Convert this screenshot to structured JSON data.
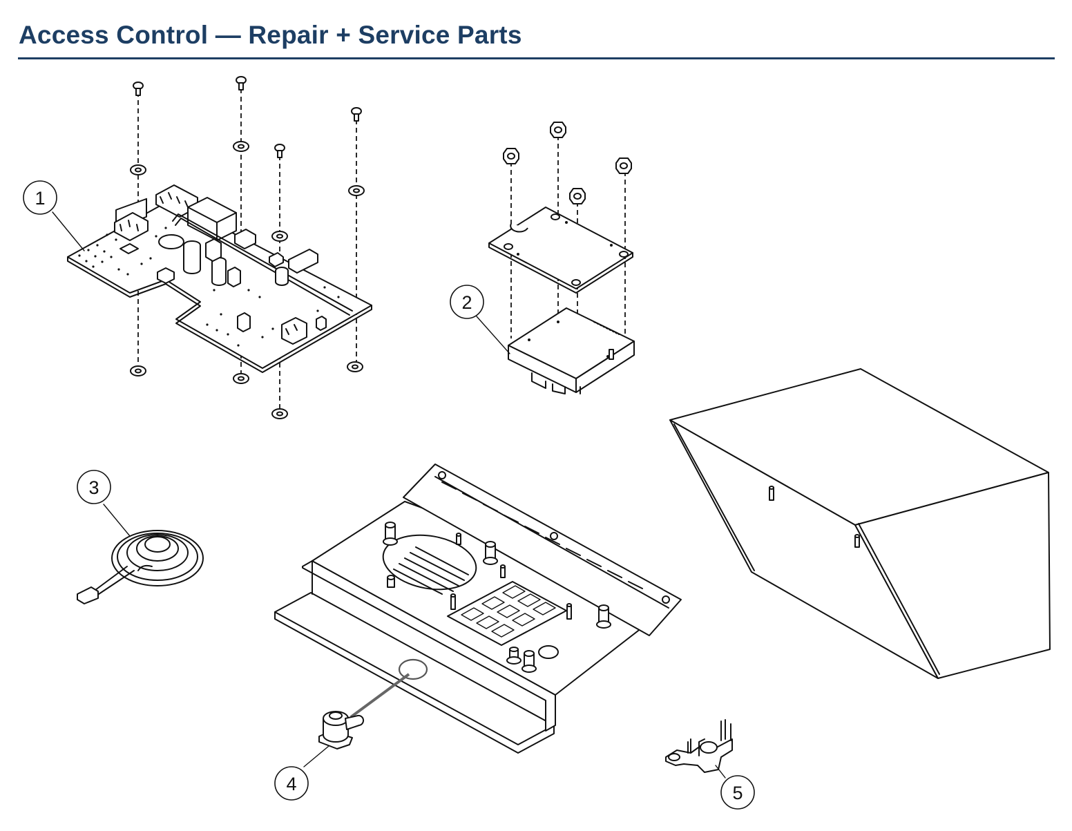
{
  "page": {
    "title": "Access Control — Repair + Service Parts"
  },
  "colors": {
    "title": "#1d3e63",
    "rule": "#1d3e63",
    "linework": "#111111",
    "background": "#ffffff"
  },
  "callouts": [
    {
      "label": "1",
      "part": "circuit-board"
    },
    {
      "label": "2",
      "part": "module-with-cover"
    },
    {
      "label": "3",
      "part": "speaker"
    },
    {
      "label": "4",
      "part": "cam-lock"
    },
    {
      "label": "5",
      "part": "mounting-bracket"
    }
  ]
}
